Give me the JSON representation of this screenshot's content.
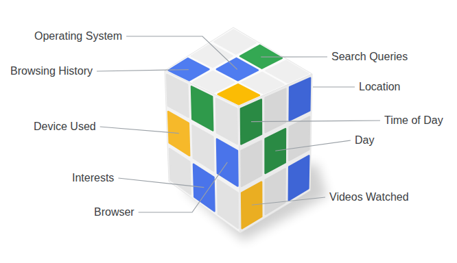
{
  "diagram": {
    "labels": [
      "Operating System",
      "Search Queries",
      "Browsing History",
      "Location",
      "Device Used",
      "Time of Day",
      "Day",
      "Interests",
      "Browser",
      "Videos Watched"
    ]
  }
}
